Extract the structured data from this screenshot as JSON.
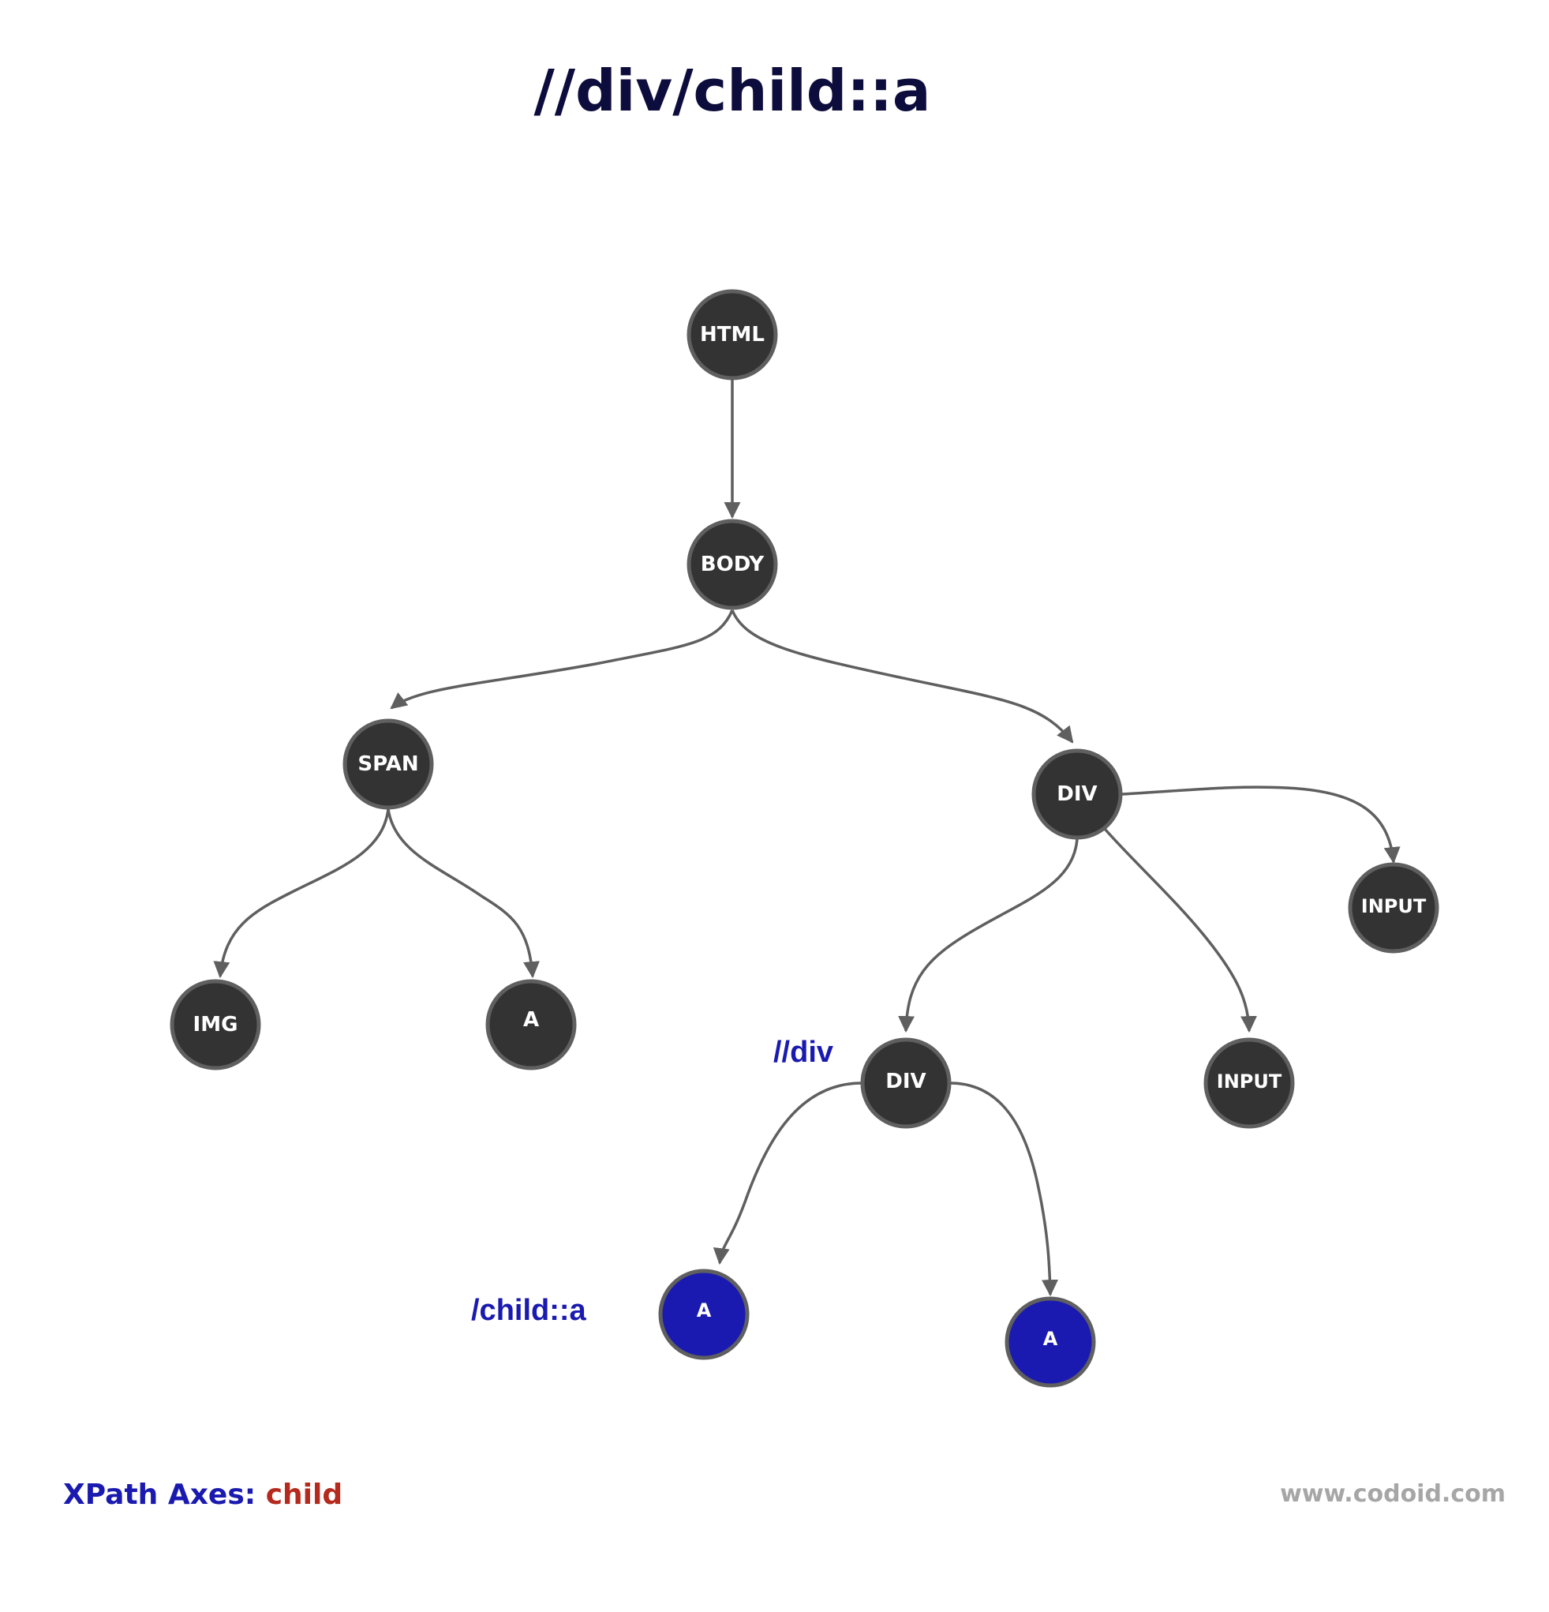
{
  "title": "//div/child::a",
  "colors": {
    "node_fill": "#333333",
    "node_stroke": "#5f5f5f",
    "highlight_fill": "#1a1ab0",
    "annotation_text": "#1a1ab0",
    "title_text": "#0d0d3d",
    "footer_axis_text": "#b52a1c",
    "footer_site_text": "#a6a6a6"
  },
  "nodes": {
    "html": {
      "label": "HTML"
    },
    "body": {
      "label": "BODY"
    },
    "span": {
      "label": "SPAN"
    },
    "img": {
      "label": "IMG"
    },
    "span_a": {
      "label": "A"
    },
    "div_outer": {
      "label": "DIV"
    },
    "div_inner": {
      "label": "DIV"
    },
    "input_1": {
      "label": "INPUT"
    },
    "input_2": {
      "label": "INPUT"
    },
    "a_selected_1": {
      "label": "A",
      "highlighted": true
    },
    "a_selected_2": {
      "label": "A",
      "highlighted": true
    }
  },
  "edges": [
    {
      "from": "html",
      "to": "body"
    },
    {
      "from": "body",
      "to": "span"
    },
    {
      "from": "body",
      "to": "div_outer"
    },
    {
      "from": "span",
      "to": "img"
    },
    {
      "from": "span",
      "to": "span_a"
    },
    {
      "from": "div_outer",
      "to": "div_inner"
    },
    {
      "from": "div_outer",
      "to": "input_2"
    },
    {
      "from": "div_outer",
      "to": "input_1"
    },
    {
      "from": "div_inner",
      "to": "a_selected_1"
    },
    {
      "from": "div_inner",
      "to": "a_selected_2"
    }
  ],
  "annotations": {
    "context_step": "//div",
    "axis_step": "/child::a"
  },
  "footer": {
    "axes_prefix": "XPath Axes: ",
    "axis_name": "child",
    "site": "www.codoid.com"
  }
}
